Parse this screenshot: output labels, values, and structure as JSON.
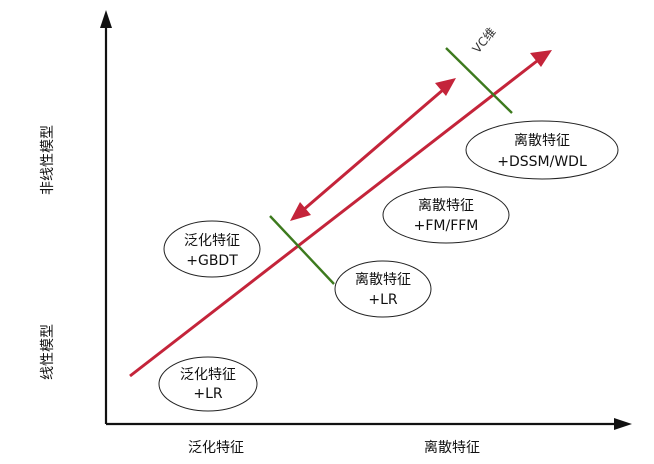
{
  "x_axis": {
    "labels": [
      "泛化特征",
      "离散特征"
    ]
  },
  "y_axis": {
    "labels": [
      "线性模型",
      "非线性模型"
    ]
  },
  "vc_label": "VC维",
  "nodes": [
    {
      "id": "generalized-lr",
      "lines": [
        "泛化特征",
        "+LR"
      ]
    },
    {
      "id": "generalized-gbdt",
      "lines": [
        "泛化特征",
        "+GBDT"
      ]
    },
    {
      "id": "discrete-lr",
      "lines": [
        "离散特征",
        "+LR"
      ]
    },
    {
      "id": "discrete-fm-ffm",
      "lines": [
        "离散特征",
        "+FM/FFM"
      ]
    },
    {
      "id": "discrete-dssm-wdl",
      "lines": [
        "离散特征",
        "+DSSM/WDL"
      ]
    }
  ],
  "colors": {
    "axis": "#111111",
    "trend_arrow": "#c4243a",
    "vc_marker": "#3d7a1e"
  }
}
